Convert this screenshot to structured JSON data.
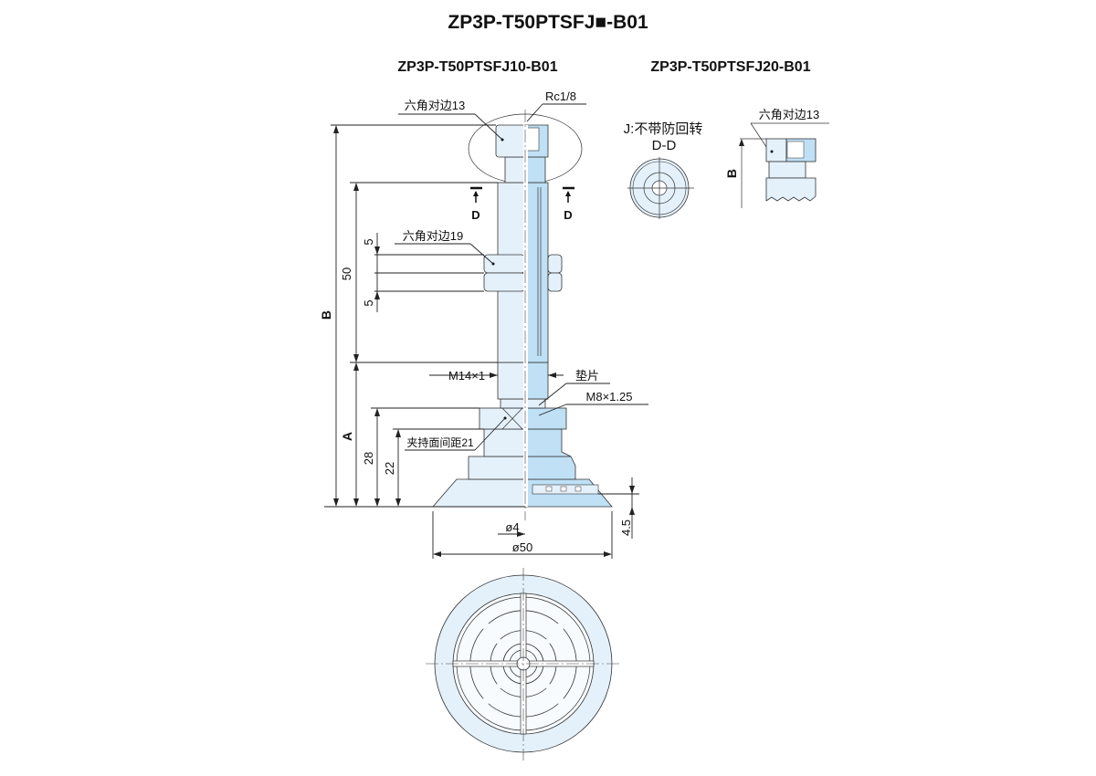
{
  "title": "ZP3P-T50PTSFJ■-B01",
  "subtitles": [
    "ZP3P-T50PTSFJ10-B01",
    "ZP3P-T50PTSFJ20-B01"
  ],
  "labels": {
    "hex13": "六角对边13",
    "rc": "Rc1/8",
    "hex19": "六角对边19",
    "section_d": "D",
    "dim_b": "B",
    "dim_50": "50",
    "dim_5": "5",
    "dim_a": "A",
    "dim_28": "28",
    "dim_22": "22",
    "m14": "M14×1",
    "washer": "垫片",
    "m8": "M8×1.25",
    "clamp": "夹持面间距21",
    "d4": "ø4",
    "d50": "ø50",
    "dim_45": "4.5",
    "j_note": "J:不带防回转",
    "dd": "D-D",
    "hex13_right": "六角对边13",
    "dim_b_right": "B"
  },
  "colors": {
    "section": "#bfe0f5",
    "body": "#e4f1fb"
  }
}
